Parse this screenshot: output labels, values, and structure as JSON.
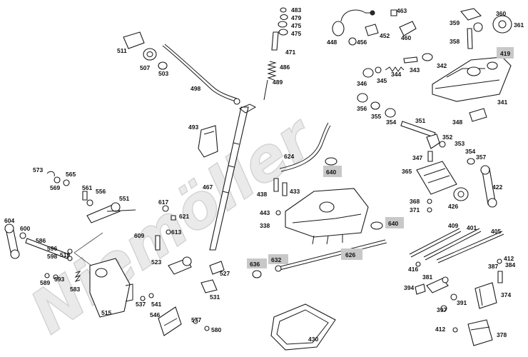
{
  "watermark": "Niemöller",
  "labels": {
    "l483": "483",
    "l479": "479",
    "l475a": "475",
    "l475b": "475",
    "l471": "471",
    "l486": "486",
    "l489": "489",
    "l448": "448",
    "l452": "452",
    "l456": "456",
    "l463": "463",
    "l460": "460",
    "l360": "360",
    "l359": "359",
    "l361": "361",
    "l358": "358",
    "l419": "419",
    "l342": "342",
    "l343": "343",
    "l344": "344",
    "l346": "346",
    "l345": "345",
    "l341": "341",
    "l348": "348",
    "l356": "356",
    "l355": "355",
    "l354": "354",
    "l351": "351",
    "l352": "352",
    "l353": "353",
    "l347": "347",
    "l357": "357",
    "l365": "365",
    "l368": "368",
    "l371": "371",
    "l426": "426",
    "l422": "422",
    "l511": "511",
    "l507": "507",
    "l503": "503",
    "l498": "498",
    "l493": "493",
    "l467": "467",
    "l624": "624",
    "l640a": "640",
    "l438": "438",
    "l433": "433",
    "l443": "443",
    "l338": "338",
    "l640b": "640",
    "l626": "626",
    "l573": "573",
    "l569": "569",
    "l565": "565",
    "l561": "561",
    "l556": "556",
    "l551": "551",
    "l617": "617",
    "l621": "621",
    "l613": "613",
    "l609": "609",
    "l604": "604",
    "l600": "600",
    "l586": "586",
    "l596": "596",
    "l598": "598",
    "l519": "519",
    "l593": "593",
    "l589": "589",
    "l583": "583",
    "l523": "523",
    "l527": "527",
    "l531": "531",
    "l636": "636",
    "l632": "632",
    "l537": "537",
    "l541": "541",
    "l515": "515",
    "l546": "546",
    "l577": "577",
    "l580": "580",
    "l430": "430",
    "l409": "409",
    "l401": "401",
    "l405": "405",
    "l416": "416",
    "l381": "381",
    "l394": "394",
    "l397": "397",
    "l391": "391",
    "l387": "387",
    "l412a": "412",
    "l384": "384",
    "l374": "374",
    "l412b": "412",
    "l378": "378"
  }
}
